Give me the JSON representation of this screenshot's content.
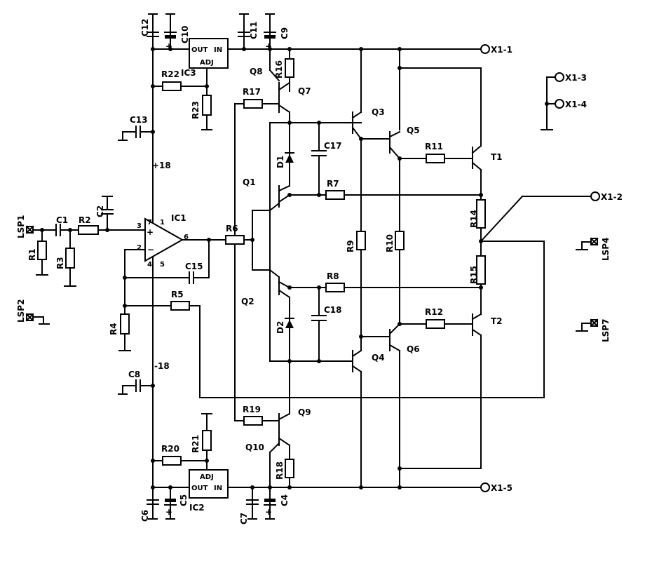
{
  "labels": {
    "C12": "C12",
    "C10": "C10",
    "C11": "C11",
    "C9": "C9",
    "R22": "R22",
    "IC3": "IC3",
    "R23": "R23",
    "R16": "R16",
    "Q8": "Q8",
    "Q7": "Q7",
    "R17": "R17",
    "Q3": "Q3",
    "Q5": "Q5",
    "C13": "C13",
    "P18": "+18",
    "D1": "D1",
    "C17": "C17",
    "R11": "R11",
    "T1": "T1",
    "Q1": "Q1",
    "R7": "R7",
    "C2": "C2",
    "IC1": "IC1",
    "LSP1": "LSP1",
    "C1": "C1",
    "R2": "R2",
    "R1": "R1",
    "R3": "R3",
    "R6": "R6",
    "R9": "R9",
    "R10": "R10",
    "R14": "R14",
    "R15": "R15",
    "C15": "C15",
    "LSP2": "LSP2",
    "R5": "R5",
    "R4": "R4",
    "Q2": "Q2",
    "R8": "R8",
    "C18": "C18",
    "D2": "D2",
    "R12": "R12",
    "T2": "T2",
    "Q4": "Q4",
    "Q6": "Q6",
    "M18": "-18",
    "C8": "C8",
    "R19": "R19",
    "Q9": "Q9",
    "Q10": "Q10",
    "R21": "R21",
    "R20": "R20",
    "R18": "R18",
    "IC2": "IC2",
    "C6": "C6",
    "C5": "C5",
    "C7": "C7",
    "C4": "C4",
    "LSP4": "LSP4",
    "LSP7": "LSP7",
    "X1_1": "X1-1",
    "X1_2": "X1-2",
    "X1_3": "X1-3",
    "X1_4": "X1-4",
    "X1_5": "X1-5",
    "ic3_out": "OUT",
    "ic3_in": "IN",
    "ic3_adj": "ADJ",
    "ic2_out": "OUT",
    "ic2_in": "IN",
    "ic2_adj": "ADJ",
    "pin7": "7",
    "pin1": "1",
    "pin3": "3",
    "pin2": "2",
    "pin6": "6",
    "pin4": "4",
    "pin5": "5",
    "plus": "+",
    "minus": "−",
    "cplus": "+"
  }
}
